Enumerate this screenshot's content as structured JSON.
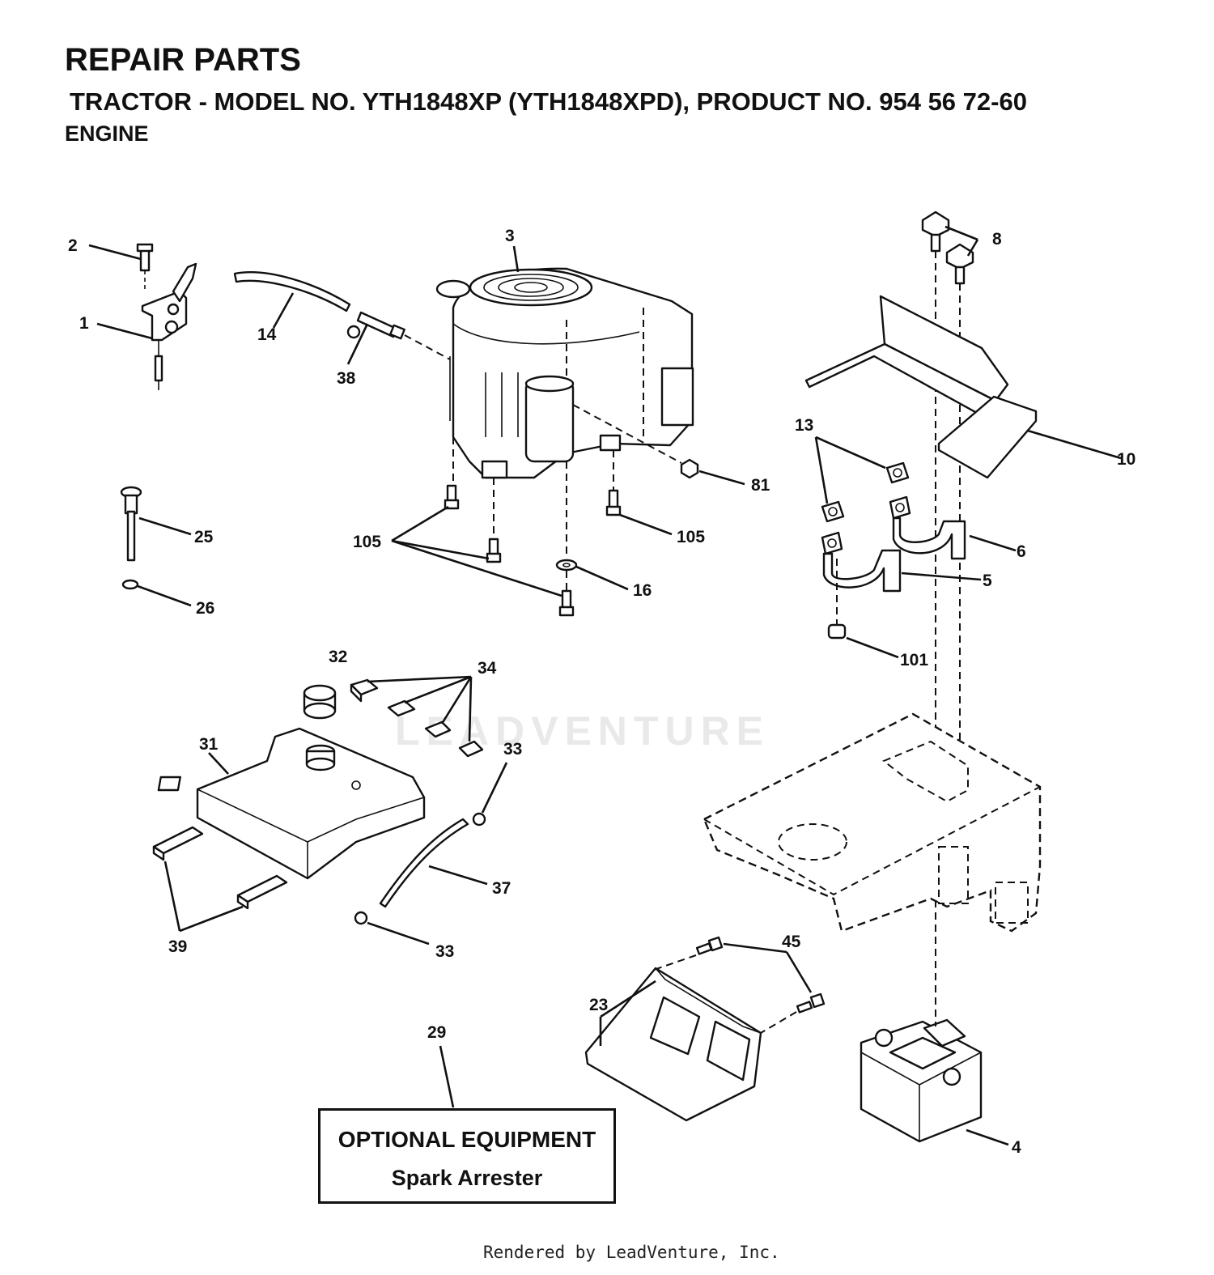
{
  "header": {
    "title": "REPAIR PARTS",
    "subtitle": "TRACTOR - MODEL NO. YTH1848XP (YTH1848XPD), PRODUCT NO. 954 56 72-60",
    "section": "ENGINE"
  },
  "callouts": {
    "p1": "1",
    "p2": "2",
    "p3": "3",
    "p4": "4",
    "p5": "5",
    "p6": "6",
    "p8": "8",
    "p10": "10",
    "p13": "13",
    "p14": "14",
    "p16": "16",
    "p23": "23",
    "p25": "25",
    "p26": "26",
    "p29": "29",
    "p31": "31",
    "p32": "32",
    "p33": "33",
    "p34": "34",
    "p37": "37",
    "p38": "38",
    "p39": "39",
    "p45": "45",
    "p81": "81",
    "p101": "101",
    "p105": "105"
  },
  "optional_box": {
    "heading": "OPTIONAL EQUIPMENT",
    "item": "Spark Arrester"
  },
  "watermark": "LEADVENTURE",
  "footer": "Rendered by LeadVenture, Inc."
}
